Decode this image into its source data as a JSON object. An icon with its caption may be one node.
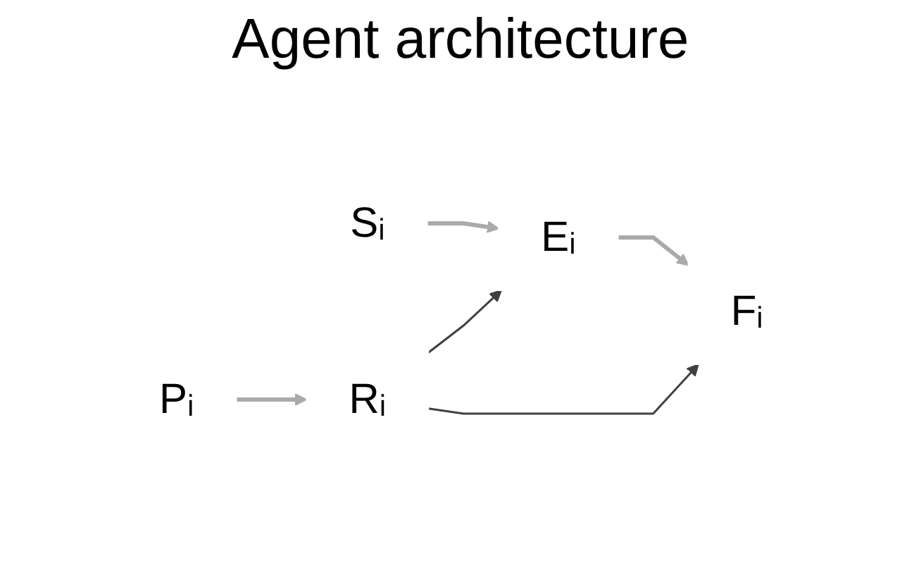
{
  "diagram": {
    "title": "Agent architecture",
    "nodes": [
      {
        "text": [
          "Sᵢ"
        ]
      },
      {
        "text": [
          "Eᵢ"
        ]
      },
      {
        "text": [
          "Fᵢ"
        ]
      },
      {
        "text": [
          "Pᵢ"
        ]
      },
      {
        "text": [
          "Rᵢ"
        ]
      }
    ],
    "edges": [
      {
        "from": 0,
        "to": 1,
        "arrow": "to"
      },
      {
        "from": 1,
        "to": 2,
        "arrow": "to"
      },
      {
        "from": 3,
        "to": 4,
        "arrow": "to"
      },
      {
        "from": 4,
        "to": 1,
        "arrow": "to",
        "color": "#404040"
      },
      {
        "from": 4,
        "to": 2,
        "arrow": "to",
        "color": "#404040"
      }
    ]
  }
}
